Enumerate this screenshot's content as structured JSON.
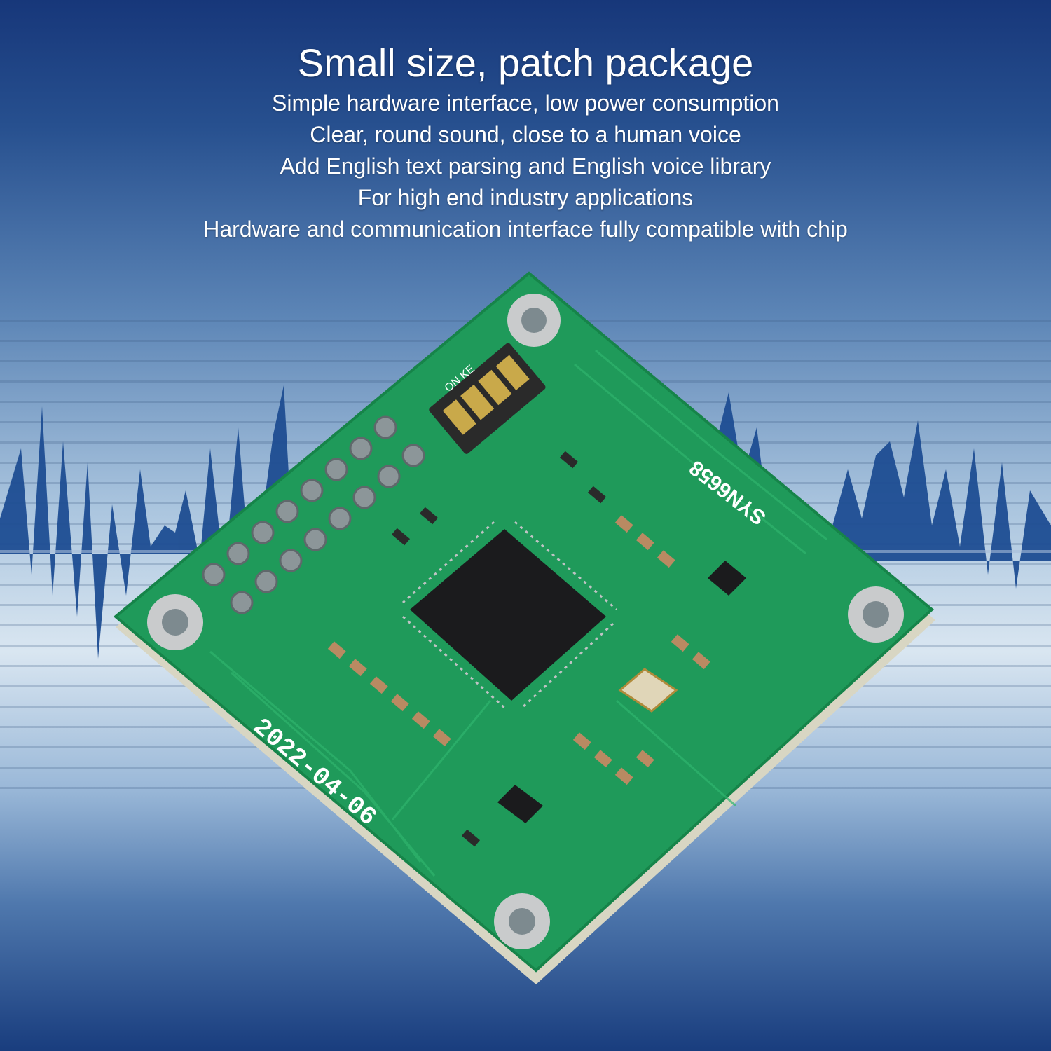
{
  "headline": "Small size, patch package",
  "features": [
    "Simple hardware interface, low power consumption",
    "Clear, round sound, close to a human voice",
    "Add English text parsing and English voice library",
    "For high end industry applications",
    "Hardware and communication interface fully compatible with chip"
  ],
  "board": {
    "model_label": "SYN6658",
    "date_label": "2022-04-06",
    "switch_label": "ON KE",
    "pcb_color": "#1f9a5a",
    "chip_color": "#1b1b1d"
  }
}
